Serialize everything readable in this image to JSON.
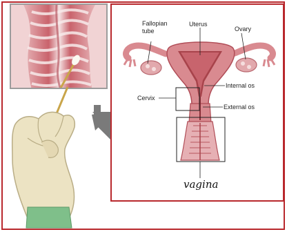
{
  "labels": {
    "fallopian_tube_line1": "Fallopian",
    "fallopian_tube_line2": "tube",
    "uterus": "Uterus",
    "ovary": "Ovary",
    "internal_os": "Internal os",
    "cervix": "Cervix",
    "external_os": "External os",
    "vagina": "vagina"
  },
  "colors": {
    "frame_red": "#b8272c",
    "tissue_pink": "#d88a8f",
    "tissue_dark": "#a8434b",
    "glove": "#ece3c3",
    "cuff_green": "#7fbf8a",
    "arrow_gray": "#7a7a7a"
  }
}
